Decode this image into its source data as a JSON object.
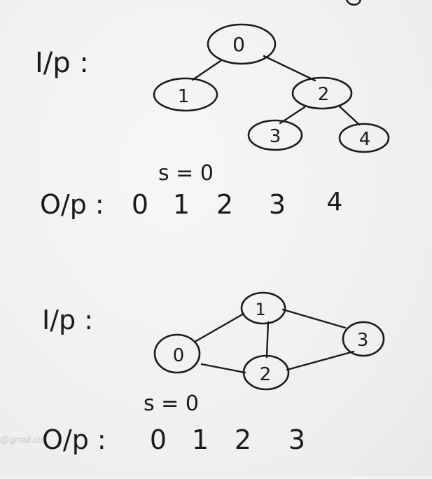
{
  "example1": {
    "input_label": "I/p :",
    "source": "s = 0",
    "output_label": "O/p :",
    "output": [
      "0",
      "1",
      "2",
      "3",
      "4"
    ],
    "nodes": [
      "0",
      "1",
      "2",
      "3",
      "4"
    ]
  },
  "example2": {
    "input_label": "I/p :",
    "source": "s = 0",
    "output_label": "O/p :",
    "output": [
      "0",
      "1",
      "2",
      "3"
    ],
    "nodes": [
      "0",
      "1",
      "2",
      "3"
    ]
  },
  "watermark": "@gmail.co",
  "colors": {
    "ink": "#1b1b1b",
    "board": "#f2f2f0"
  }
}
